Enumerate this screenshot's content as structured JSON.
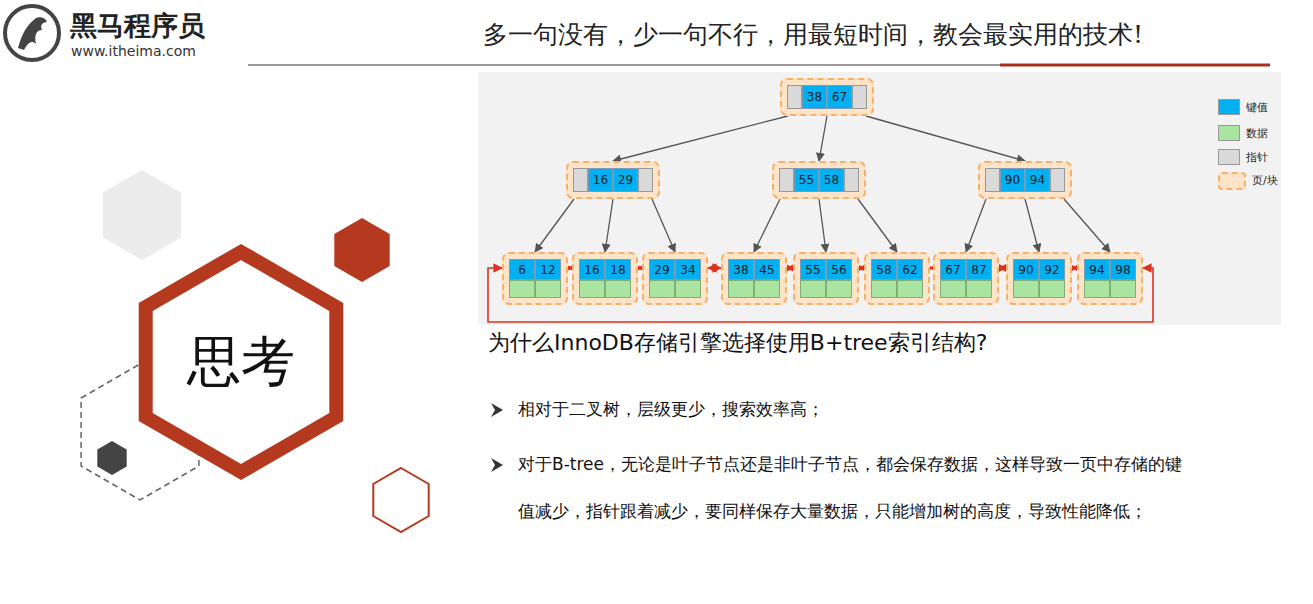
{
  "diagram": {
    "nodes": [
      {
        "text": [
          "38",
          "67"
        ]
      },
      {
        "text": [
          "16",
          "29"
        ]
      },
      {
        "text": [
          "55",
          "58"
        ]
      },
      {
        "text": [
          "90",
          "94"
        ]
      },
      {
        "text": [
          "6",
          "12"
        ]
      },
      {
        "text": [
          "16",
          "18"
        ]
      },
      {
        "text": [
          "29",
          "34"
        ]
      },
      {
        "text": [
          "38",
          "45"
        ]
      },
      {
        "text": [
          "55",
          "56"
        ]
      },
      {
        "text": [
          "58",
          "62"
        ]
      },
      {
        "text": [
          "67",
          "87"
        ]
      },
      {
        "text": [
          "90",
          "92"
        ]
      },
      {
        "text": [
          "94",
          "98"
        ]
      },
      {
        "text": [
          "思考"
        ]
      }
    ],
    "edges": [
      {
        "from": 0,
        "to": 1,
        "arrow": "to"
      },
      {
        "from": 0,
        "to": 2,
        "arrow": "to"
      },
      {
        "from": 0,
        "to": 3,
        "arrow": "to"
      },
      {
        "from": 1,
        "to": 4,
        "arrow": "to"
      },
      {
        "from": 1,
        "to": 5,
        "arrow": "to"
      },
      {
        "from": 1,
        "to": 6,
        "arrow": "to"
      },
      {
        "from": 2,
        "to": 7,
        "arrow": "to"
      },
      {
        "from": 2,
        "to": 8,
        "arrow": "to"
      },
      {
        "from": 2,
        "to": 9,
        "arrow": "to"
      },
      {
        "from": 3,
        "to": 10,
        "arrow": "to"
      },
      {
        "from": 3,
        "to": 11,
        "arrow": "to"
      },
      {
        "from": 3,
        "to": 12,
        "arrow": "to"
      },
      {
        "from": 4,
        "to": 5,
        "arrow": "both"
      },
      {
        "from": 5,
        "to": 6,
        "arrow": "both"
      },
      {
        "from": 6,
        "to": 7,
        "arrow": "both"
      },
      {
        "from": 7,
        "to": 8,
        "arrow": "both"
      },
      {
        "from": 8,
        "to": 9,
        "arrow": "both"
      },
      {
        "from": 9,
        "to": 10,
        "arrow": "both"
      },
      {
        "from": 10,
        "to": 11,
        "arrow": "both"
      },
      {
        "from": 11,
        "to": 12,
        "arrow": "both"
      },
      {
        "from": 12,
        "to": 4,
        "arrow": "both"
      }
    ],
    "labels": [
      "黑马程序员",
      "www.itheima.com",
      "多一句没有，少一句不行，用最短时间，教会最实用的技术!",
      "为什么InnoDB存储引擎选择使用B+tree索引结构?",
      "相对于二叉树，层级更少，搜索效率高；",
      "对于B-tree，无论是叶子节点还是非叶子节点，都会保存数据，这样导致一页中存储的键值减少，指针跟着减少，要同样保存大量数据，只能增加树的高度，导致性能降低；"
    ],
    "legend": [
      {
        "text": "键值",
        "color": "#00b0f0"
      },
      {
        "text": "数据",
        "color": "#a9e5a0"
      },
      {
        "text": "指针",
        "color": "#d9d9d9"
      },
      {
        "text": "页/块",
        "color": "#fde3c8"
      }
    ]
  }
}
